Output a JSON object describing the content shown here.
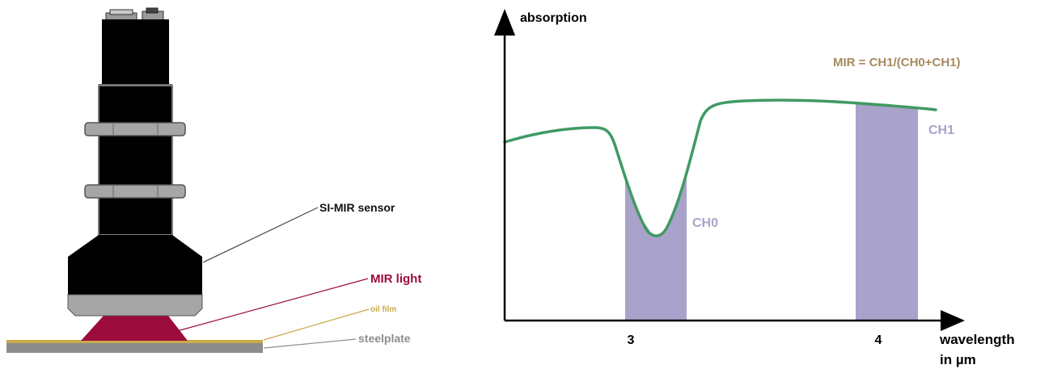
{
  "sensor_diagram": {
    "labels": {
      "sensor": "SI-MIR sensor",
      "mir_light": "MIR light",
      "oil_film": "oil film",
      "steelplate": "steelplate"
    },
    "colors": {
      "sensor_body": "#000000",
      "sensor_ring": "#a6a6a6",
      "mir_light": "#9b0c3c",
      "oil_film": "#c9a94a",
      "steelplate": "#8c8c8c",
      "label_text": "#111111"
    }
  },
  "chart": {
    "y_axis_label": "absorption",
    "x_axis_label_line1": "wavelength",
    "x_axis_label_line2": "in µm",
    "formula": "MIR = CH1/(CH0+CH1)",
    "channels": [
      {
        "name": "CH0",
        "range": [
          3.0,
          3.22
        ]
      },
      {
        "name": "CH1",
        "range": [
          3.9,
          4.15
        ]
      }
    ],
    "x_ticks": [
      {
        "value": 3,
        "label": "3"
      },
      {
        "value": 4,
        "label": "4"
      }
    ],
    "curve_shape": "smooth curve with a deep absorption dip inside CH0 and a high flat plateau across CH1",
    "colors": {
      "curve": "#3f9a63",
      "band": "#a9a3cb",
      "band_label": "#a9a3cb",
      "formula": "#a68a5e",
      "axis": "#000000"
    }
  }
}
